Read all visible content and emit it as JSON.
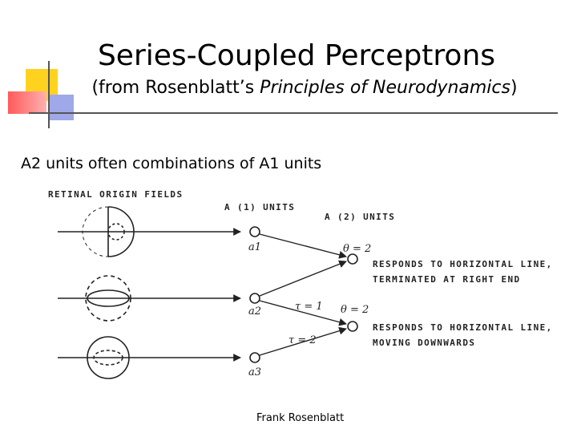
{
  "slide": {
    "title": "Series-Coupled Perceptrons",
    "subtitle_prefix": "(from Rosenblatt’s ",
    "subtitle_book": "Principles of Neurodynamics",
    "subtitle_suffix": ")",
    "bullet": "A2 units often combinations of A1 units",
    "footer": "Frank Rosenblatt"
  },
  "diagram": {
    "retinal_label": "RETINAL ORIGIN FIELDS",
    "a1_units_label": "A (1) UNITS",
    "a2_units_label": "A (2) UNITS",
    "a1_nodes": [
      "a1",
      "a2",
      "a3"
    ],
    "theta_top": "θ = 2",
    "theta_bottom": "θ = 2",
    "tau_1": "τ = 1",
    "tau_2": "τ = 2",
    "response_top_line1": "RESPONDS TO HORIZONTAL LINE,",
    "response_top_line2": "TERMINATED AT RIGHT END",
    "response_bottom_line1": "RESPONDS TO HORIZONTAL LINE,",
    "response_bottom_line2": "MOVING DOWNWARDS"
  },
  "colors": {
    "deco_yellow": "#ffd21f",
    "deco_red": "#ff6060",
    "deco_blue": "#9fa8e8",
    "rule": "#555555"
  }
}
